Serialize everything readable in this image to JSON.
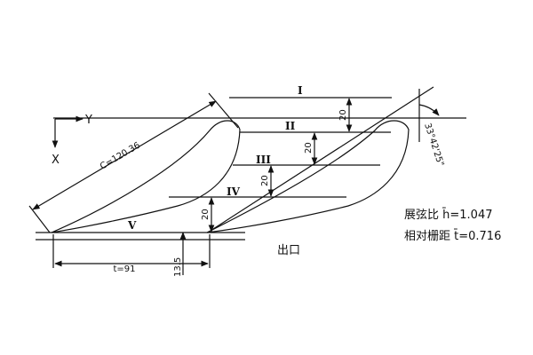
{
  "axes": {
    "x_label": "X",
    "y_label": "Y"
  },
  "stations": [
    "I",
    "II",
    "III",
    "IV",
    "V"
  ],
  "dimensions": {
    "chord_label": "C=120.36",
    "pitch_label": "t=91",
    "station_spacing": [
      "20",
      "20",
      "20",
      "20"
    ],
    "bottom_offset": "13.5",
    "stagger_angle": "33°42'25\""
  },
  "outlet_label": "出口",
  "annotations": {
    "aspect_ratio": "展弦比 h̄=1.047",
    "relative_pitch": "相对栅距 t̄=0.716"
  }
}
